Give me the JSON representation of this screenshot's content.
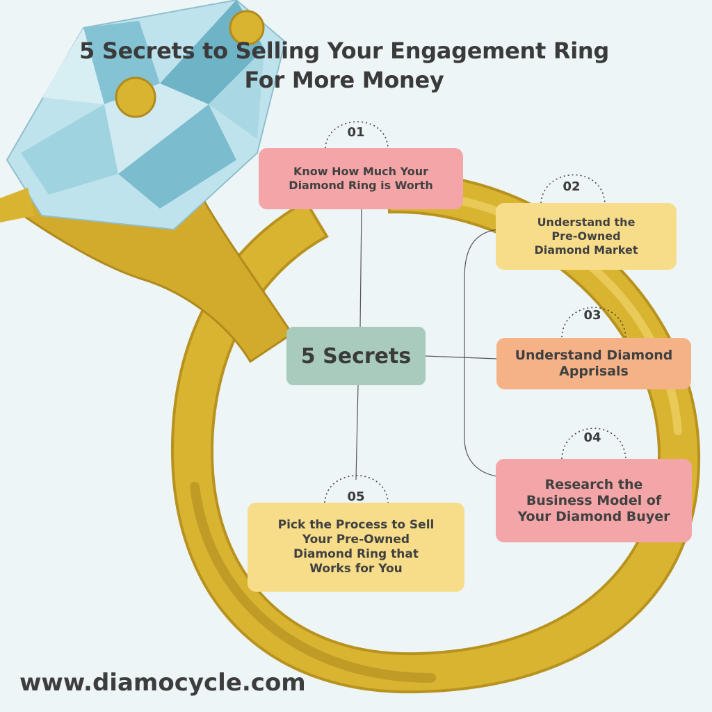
{
  "title": {
    "line1": "5 Secrets to Selling Your Engagement Ring",
    "line2": "For More Money"
  },
  "center_label": "5 Secrets",
  "secrets": [
    {
      "number": "01",
      "text": "Know How Much Your Diamond Ring is Worth",
      "color": "#f4a5a7"
    },
    {
      "number": "02",
      "text": "Understand the Pre-Owned Diamond Market",
      "color": "#f7dd8a"
    },
    {
      "number": "03",
      "text": "Understand Diamond Apprisals",
      "color": "#f6b287"
    },
    {
      "number": "04",
      "text": "Research the Business Model of Your Diamond Buyer",
      "color": "#f4a5a7"
    },
    {
      "number": "05",
      "text": "Pick the Process to Sell Your Pre-Owned Diamond Ring that Works for You",
      "color": "#f7dd8a"
    }
  ],
  "footer_url": "www.diamocycle.com",
  "colors": {
    "background": "#edf5f7",
    "ring_gold": "#d9b431",
    "diamond_blue": "#9fd3e0",
    "center_box": "#a8cbbd"
  }
}
